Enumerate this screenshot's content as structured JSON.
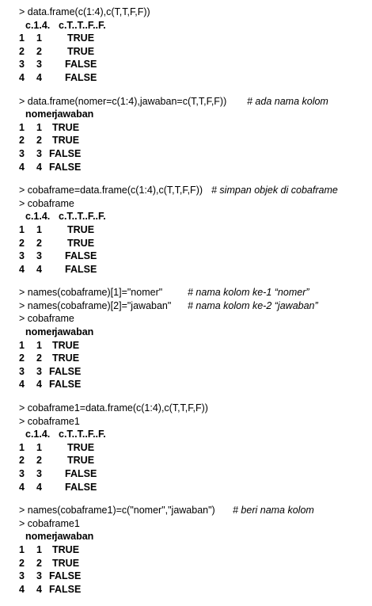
{
  "blocks": [
    {
      "commands": [
        {
          "code": "> data.frame(c(1:4),c(T,T,F,F))",
          "comment": ""
        }
      ],
      "table": {
        "header": [
          "c.1.4.",
          "c.T..T..F..F."
        ],
        "rows": [
          [
            "1",
            "1",
            "TRUE"
          ],
          [
            "2",
            "2",
            "TRUE"
          ],
          [
            "3",
            "3",
            "FALSE"
          ],
          [
            "4",
            "4",
            "FALSE"
          ]
        ]
      }
    },
    {
      "commands": [
        {
          "code": "> data.frame(nomer=c(1:4),jawaban=c(T,T,F,F))",
          "comment": "# ada nama kolom"
        }
      ],
      "table": {
        "header": [
          "nomer",
          "jawaban"
        ],
        "rows": [
          [
            "1",
            "1",
            "TRUE"
          ],
          [
            "2",
            "2",
            "TRUE"
          ],
          [
            "3",
            "3",
            "FALSE"
          ],
          [
            "4",
            "4",
            "FALSE"
          ]
        ]
      }
    },
    {
      "commands": [
        {
          "code": "> cobaframe=data.frame(c(1:4),c(T,T,F,F))",
          "comment": "# simpan objek di cobaframe"
        },
        {
          "code": "> cobaframe",
          "comment": ""
        }
      ],
      "table": {
        "header": [
          "c.1.4.",
          "c.T..T..F..F."
        ],
        "rows": [
          [
            "1",
            "1",
            "TRUE"
          ],
          [
            "2",
            "2",
            "TRUE"
          ],
          [
            "3",
            "3",
            "FALSE"
          ],
          [
            "4",
            "4",
            "FALSE"
          ]
        ]
      }
    },
    {
      "commands": [
        {
          "code": "> names(cobaframe)[1]=\"nomer\"",
          "comment": "# nama kolom ke-1 “nomer”"
        },
        {
          "code": "> names(cobaframe)[2]=\"jawaban\"",
          "comment": "# nama kolom ke-2 “jawaban”"
        },
        {
          "code": "> cobaframe",
          "comment": ""
        }
      ],
      "table": {
        "header": [
          "nomer",
          "jawaban"
        ],
        "rows": [
          [
            "1",
            "1",
            "TRUE"
          ],
          [
            "2",
            "2",
            "TRUE"
          ],
          [
            "3",
            "3",
            "FALSE"
          ],
          [
            "4",
            "4",
            "FALSE"
          ]
        ]
      }
    },
    {
      "commands": [
        {
          "code": "> cobaframe1=data.frame(c(1:4),c(T,T,F,F))",
          "comment": ""
        },
        {
          "code": "> cobaframe1",
          "comment": ""
        }
      ],
      "table": {
        "header": [
          "c.1.4.",
          "c.T..T..F..F."
        ],
        "rows": [
          [
            "1",
            "1",
            "TRUE"
          ],
          [
            "2",
            "2",
            "TRUE"
          ],
          [
            "3",
            "3",
            "FALSE"
          ],
          [
            "4",
            "4",
            "FALSE"
          ]
        ]
      }
    },
    {
      "commands": [
        {
          "code": "> names(cobaframe1)=c(\"nomer\",\"jawaban\")",
          "comment": "# beri nama kolom"
        },
        {
          "code": "> cobaframe1",
          "comment": ""
        }
      ],
      "table": {
        "header": [
          "nomer",
          "jawaban"
        ],
        "rows": [
          [
            "1",
            "1",
            "TRUE"
          ],
          [
            "2",
            "2",
            "TRUE"
          ],
          [
            "3",
            "3",
            "FALSE"
          ],
          [
            "4",
            "4",
            "FALSE"
          ]
        ]
      }
    }
  ]
}
